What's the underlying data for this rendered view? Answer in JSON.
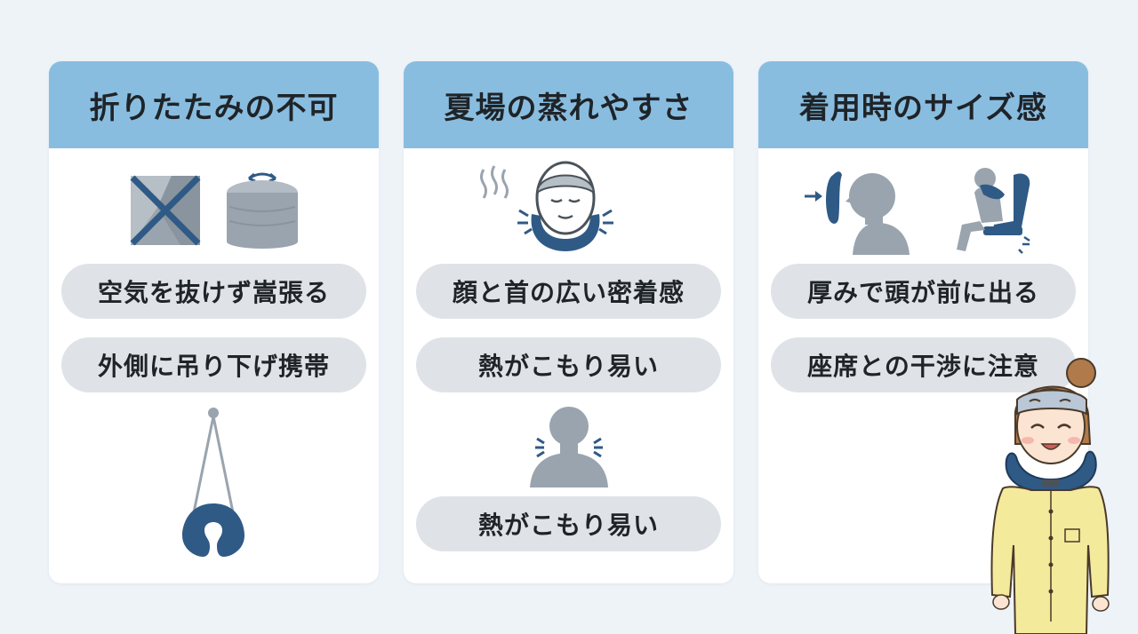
{
  "colors": {
    "background": "#eef3f8",
    "header_blue": "#89bde0",
    "pill_gray": "#dfe3e8",
    "navy": "#2f5a86",
    "gray_icon": "#9aa4ae"
  },
  "cards": [
    {
      "title": "折りたたみの不可",
      "items": [
        "空気を抜けず嵩張る",
        "外側に吊り下げ携帯"
      ]
    },
    {
      "title": "夏場の蒸れやすさ",
      "items": [
        "顔と首の広い密着感",
        "熱がこもり易い",
        "熱がこもり易い"
      ]
    },
    {
      "title": "着用時のサイズ感",
      "items": [
        "厚みで頭が前に出る",
        "座席との干渉に注意"
      ]
    }
  ],
  "icons": [
    "no-fold-icon",
    "inflated-pillow-icon",
    "hanging-pillow-icon",
    "sweating-face-icon",
    "hot-neck-icon",
    "head-forward-icon",
    "seat-interference-icon",
    "woman-with-pillow-illustration"
  ]
}
